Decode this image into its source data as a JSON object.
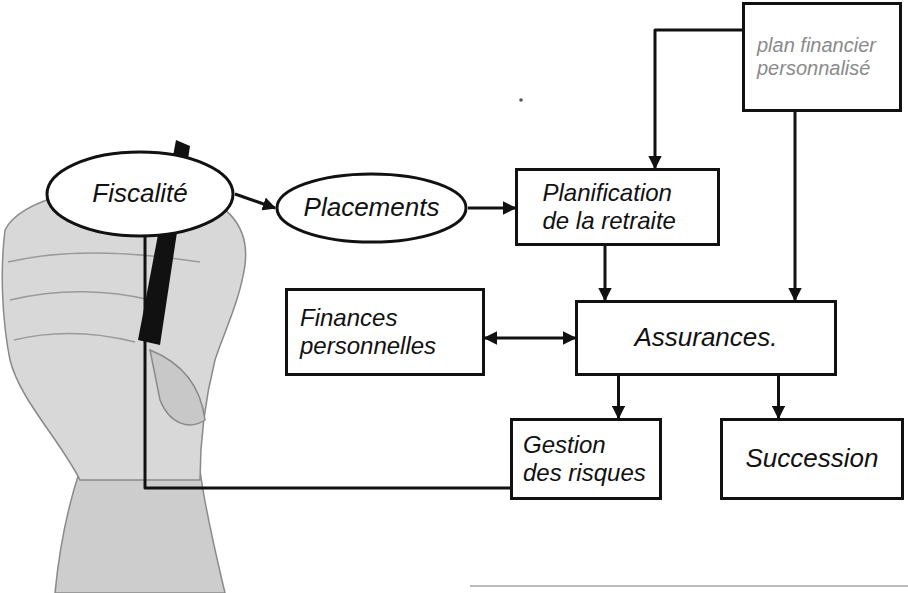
{
  "diagram": {
    "nodes": [
      {
        "text": [
          "plan financier personnalisé"
        ]
      },
      {
        "text": [
          "Fiscalité"
        ]
      },
      {
        "text": [
          "Placements"
        ]
      },
      {
        "text": [
          "Planification de la retraite"
        ]
      },
      {
        "text": [
          "Finances personnelles"
        ]
      },
      {
        "text": [
          "Assurances."
        ]
      },
      {
        "text": [
          "Gestion des risques"
        ]
      },
      {
        "text": [
          "Succession"
        ]
      }
    ],
    "edges": [
      {
        "from": 1,
        "to": 2,
        "arrow": "to"
      },
      {
        "from": 2,
        "to": 3,
        "arrow": "to"
      },
      {
        "from": 0,
        "to": 3,
        "arrow": "to"
      },
      {
        "from": 0,
        "to": 5,
        "arrow": "to"
      },
      {
        "from": 3,
        "to": 5,
        "arrow": "to"
      },
      {
        "from": 4,
        "to": 5,
        "arrow": "both"
      },
      {
        "from": 5,
        "to": 6,
        "arrow": "to"
      },
      {
        "from": 5,
        "to": 7,
        "arrow": "to"
      },
      {
        "from": 6,
        "to": 1,
        "arrow": "none"
      }
    ]
  }
}
